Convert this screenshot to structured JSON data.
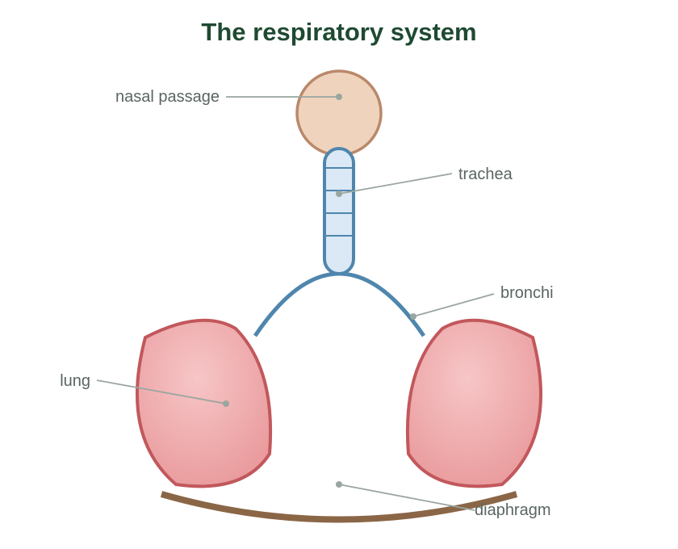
{
  "title": "The respiratory system",
  "labels": {
    "nasal_passage": "nasal passage",
    "trachea": "trachea",
    "bronchi": "bronchi",
    "lung": "lung",
    "diaphragm": "diaphragm"
  },
  "colors": {
    "title": "#1f4a32",
    "label_text": "#5a6660",
    "leader_line": "#9aa6a0",
    "nasal_fill": "#f0d3bd",
    "nasal_stroke": "#b9896a",
    "trachea_fill": "#dbe8f5",
    "trachea_stroke": "#4f86ad",
    "lung_fill_center": "#f7c6c7",
    "lung_fill_edge": "#e99a9c",
    "lung_stroke": "#c2585c",
    "diaphragm": "#8a6647"
  }
}
